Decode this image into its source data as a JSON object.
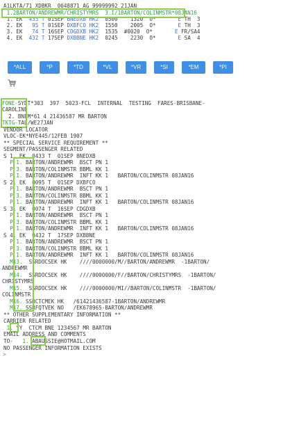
{
  "header": {
    "line1": "A1LKTA/71 XDBKR  0048871 AG 99999992 21JAN",
    "pax_line": " 1.2BARTON/ANDREWMR/CHRISTYMRS  3.I/1BARTON/COLINMSTR*08JAN16",
    "segments": [
      [
        " 1. EK  ",
        "433 T",
        " 01SEP ",
        "BNEDXB HK2",
        "  0500    1320  O*       ",
        "E",
        " TH  3"
      ],
      [
        " 2. EK   ",
        "95 T",
        " 01SEP ",
        "DXBFCO HK2",
        "  1550    2005  O*       ",
        "E",
        " TH  3"
      ],
      [
        " 3. EK   ",
        "74 T",
        " 16SEP ",
        "CDGDXB HK2",
        "  1535  #0020  O*       ",
        "E",
        " FR/SA4"
      ],
      [
        " 4. EK  ",
        "432 T",
        " 17SEP ",
        "DXBBNE HK2",
        "  0245    2230  O*       ",
        "E",
        " SA  4"
      ]
    ]
  },
  "toolbar": {
    "buttons": [
      "*ALL",
      "*P",
      "*TD",
      "*VL",
      "*VR",
      "*SI",
      "*EM",
      "*PI"
    ]
  },
  "pnr": {
    "fone_tag": "FONE-",
    "fone_text": "SYDT*303  397  5023-FCL  INTERNAL  TESTING  FARES-BRISBANE-",
    "fone_cont": "CAROLINE",
    "fone_line2": "  2. BNEM*61 4 21436587 MR BARTON",
    "tktg_tag": "TKTG-",
    "tktg_text": "TAU/WE27JAN",
    "vendor_title": "VENDOR LOCATOR",
    "vendor_text": "VLOC-EK*NYE445/12FEB 1907",
    "ssr_title": "** SPECIAL SERVICE REQUIREMENT **",
    "segpax_title": "SEGMENT/PASSENGER RELATED",
    "seg1": "S 1. EK  0433 T  01SEP BNEDXB",
    "seg2": "S 2. EK  0095 T  01SEP DXBFCO",
    "seg3": "S 3. EK  0074 T  16SEP CDGDXB",
    "seg4": "S 4. EK  0432 T  17SEP DXBBNE",
    "p1": "P 1.",
    "p3": "P 3.",
    "bscten": " BARTON/ANDREWMR  BSCT PN 1",
    "bbmlcol": " BARTON/COLINMSTR BBML KK 1",
    "inft": " BARTON/ANDREWMR  INFT KK 1   BARTON/COLINMSTR 08JAN16",
    "m13": "M13.",
    "m13_text": "  SSRDOCSEK HK    ////0000000/M//BARTON/ANDREWMR  -1BARTON/",
    "m13_cont": "ANDREWMR",
    "m14": "M14.",
    "m14_text": "  SSRDOCSEK HK    ////0000000/F//BARTON/CHRISTYMRS  -1BARTON/",
    "m14_cont": "CHRISTYMRS",
    "m15": "M15.",
    "m15_text": "  SSRDOCSEK HK    ////0000000/MI//BARTON/COLINMSTR  -1BARTON/",
    "m15_cont": "COLINMSTR",
    "m16": "M16.",
    "m16_text": " SSRCTCMEK HK   /61421436587-1BARTON/ANDREWMR",
    "m17": "M17.",
    "m17_text": " SSRFQTVEK NO   /EK678965-BARTON/ANDREWMR",
    "osi_title": "** OTHER SUPPLEMENTARY INFORMATION **",
    "carrier_title": "CARRIER RELATED",
    "osi_num": "1.",
    "osi_text": " YY  CTCM BNE 1234567 MR BARTON",
    "email_title": "EMAIL ADDRESS AND COMMENTS",
    "email_to": "TO-   ",
    "email_num": "1.",
    "email_text": " ABAUSSIE@HOTMAIL.COM",
    "no_pax": "NO PASSENGER INFORMATION EXISTS",
    "prompt": ">"
  },
  "colors": {
    "green_text": "#2e9e3a",
    "blue_text": "#3a6fd8",
    "highlight_box": "#8ad14a",
    "button_bg": "#3e8fe5"
  },
  "icons": {
    "cart": "shopping-cart-icon"
  }
}
